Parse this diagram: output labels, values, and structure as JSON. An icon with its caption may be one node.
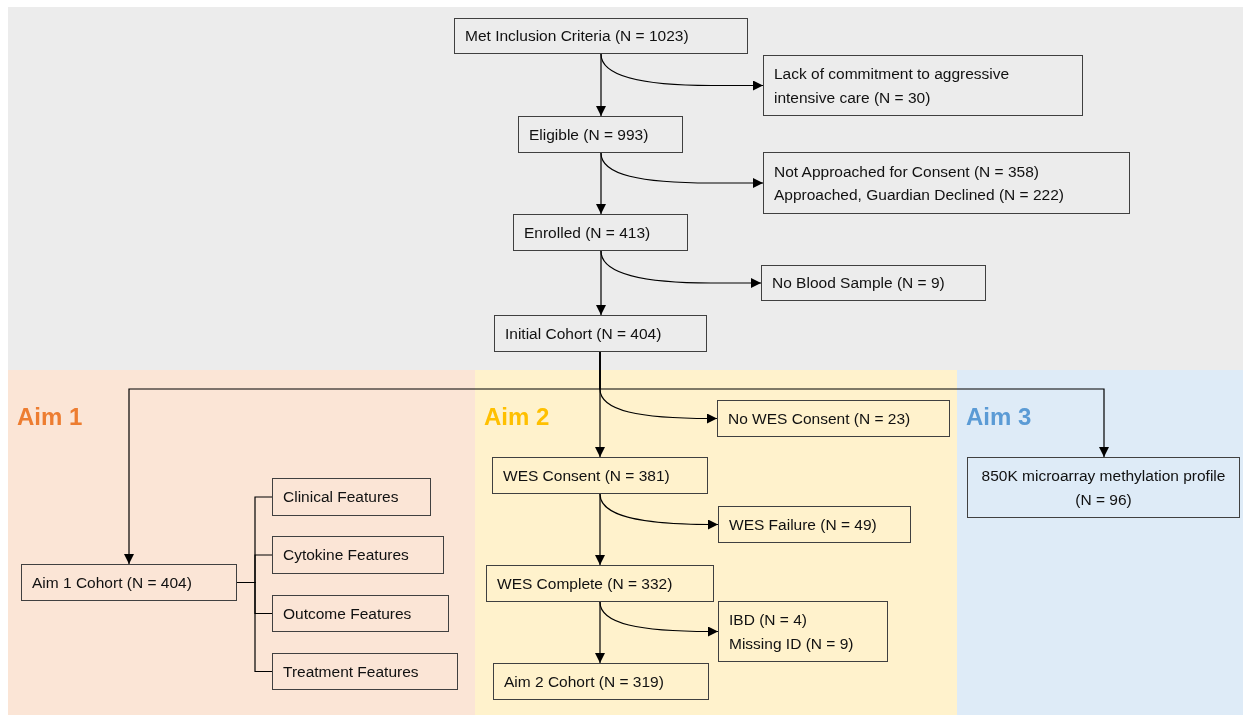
{
  "diagram": {
    "nodes": [
      {
        "text": [
          "Met Inclusion Criteria (N = 1023)"
        ]
      },
      {
        "text": [
          "Lack of commitment to aggressive intensive care (N = 30)"
        ]
      },
      {
        "text": [
          "Eligible (N = 993)"
        ]
      },
      {
        "text": [
          "Not Approached for Consent (N = 358)",
          "Approached, Guardian Declined (N = 222)"
        ]
      },
      {
        "text": [
          "Enrolled (N = 413)"
        ]
      },
      {
        "text": [
          "No Blood Sample (N = 9)"
        ]
      },
      {
        "text": [
          "Initial Cohort (N = 404)"
        ]
      },
      {
        "text": [
          "Aim 1"
        ]
      },
      {
        "text": [
          "Aim 1 Cohort (N = 404)"
        ],
        "in": 7
      },
      {
        "text": [
          "Clinical Features"
        ],
        "in": 7
      },
      {
        "text": [
          "Cytokine Features"
        ],
        "in": 7
      },
      {
        "text": [
          "Outcome Features"
        ],
        "in": 7
      },
      {
        "text": [
          "Treatment Features"
        ],
        "in": 7
      },
      {
        "text": [
          "Aim 2"
        ]
      },
      {
        "text": [
          "No WES Consent (N = 23)"
        ],
        "in": 13
      },
      {
        "text": [
          "WES Consent (N = 381)"
        ],
        "in": 13
      },
      {
        "text": [
          "WES Failure (N = 49)"
        ],
        "in": 13
      },
      {
        "text": [
          "WES Complete (N = 332)"
        ],
        "in": 13
      },
      {
        "text": [
          "IBD (N = 4)",
          "Missing ID (N = 9)"
        ],
        "in": 13
      },
      {
        "text": [
          "Aim 2 Cohort (N = 319)"
        ],
        "in": 13
      },
      {
        "text": [
          "Aim 3"
        ]
      },
      {
        "text": [
          "850K microarray methylation profile (N = 96)"
        ],
        "in": 20
      }
    ],
    "edges": [
      {
        "from": 0,
        "to": 2,
        "arrow": "to"
      },
      {
        "from": 0,
        "to": 1,
        "arrow": "to"
      },
      {
        "from": 2,
        "to": 4,
        "arrow": "to"
      },
      {
        "from": 2,
        "to": 3,
        "arrow": "to"
      },
      {
        "from": 4,
        "to": 6,
        "arrow": "to"
      },
      {
        "from": 4,
        "to": 5,
        "arrow": "to"
      },
      {
        "from": 6,
        "to": 8,
        "arrow": "to"
      },
      {
        "from": 6,
        "to": 15,
        "arrow": "to"
      },
      {
        "from": 6,
        "to": 14,
        "arrow": "to"
      },
      {
        "from": 6,
        "to": 21,
        "arrow": "to"
      },
      {
        "from": 8,
        "to": 9,
        "arrow": "none"
      },
      {
        "from": 8,
        "to": 10,
        "arrow": "none"
      },
      {
        "from": 8,
        "to": 11,
        "arrow": "none"
      },
      {
        "from": 8,
        "to": 12,
        "arrow": "none"
      },
      {
        "from": 15,
        "to": 17,
        "arrow": "to"
      },
      {
        "from": 15,
        "to": 16,
        "arrow": "to"
      },
      {
        "from": 17,
        "to": 19,
        "arrow": "to"
      },
      {
        "from": 17,
        "to": 18,
        "arrow": "to"
      }
    ]
  }
}
